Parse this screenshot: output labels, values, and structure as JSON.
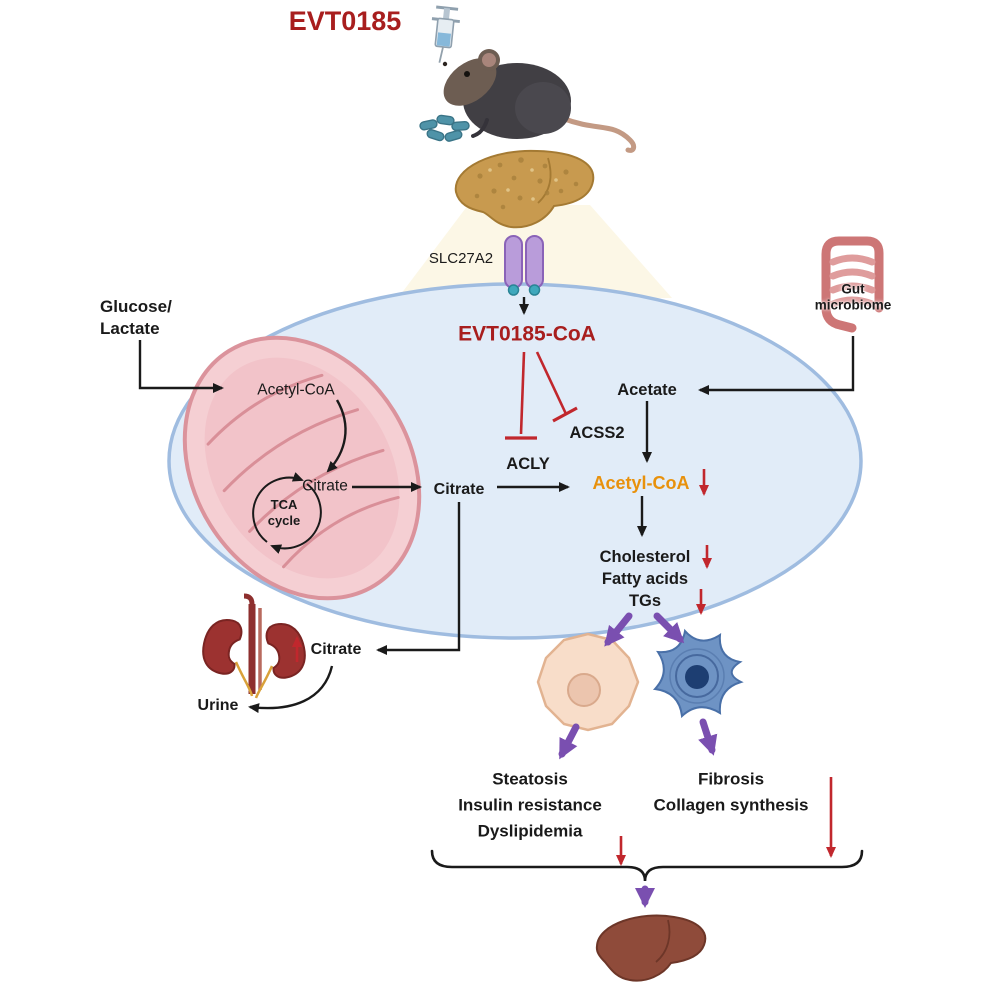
{
  "title": "EVT0185",
  "colors": {
    "title_red": "#a81e1e",
    "inhibition_red": "#c1272d",
    "acetyl_coa_orange": "#e8910c",
    "outcome_purple": "#7a4fb0",
    "cell_fill": "#e1ecf8",
    "cell_border": "#9fbce0"
  },
  "membrane": {
    "transporter": "SLC27A2"
  },
  "gut": {
    "line1": "Gut",
    "line2": "microbiome"
  },
  "inputs": {
    "line1": "Glucose/",
    "line2": "Lactate"
  },
  "mito": {
    "acetyl_coa": "Acetyl-CoA",
    "citrate": "Citrate",
    "tca_line1": "TCA",
    "tca_line2": "cycle"
  },
  "cytosol": {
    "evt_coa": "EVT0185-CoA",
    "citrate": "Citrate",
    "acly": "ACLY",
    "acetate": "Acetate",
    "acss2": "ACSS2",
    "acetyl_coa": "Acetyl-CoA",
    "lipids": [
      "Cholesterol",
      "Fatty acids",
      "TGs"
    ]
  },
  "kidney": {
    "citrate": "Citrate",
    "urine": "Urine"
  },
  "outcomes": {
    "hepatocyte": [
      "Steatosis",
      "Insulin resistance",
      "Dyslipidemia"
    ],
    "stellate": [
      "Fibrosis",
      "Collagen synthesis"
    ]
  }
}
